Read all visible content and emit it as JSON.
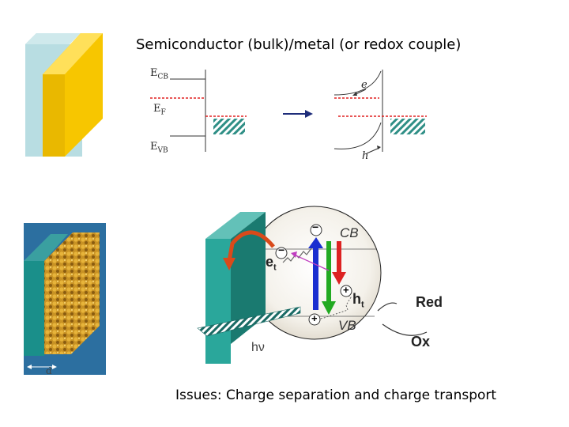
{
  "title": "Semiconductor (bulk)/metal (or redox couple)",
  "band_diagram": {
    "ecb_main": "E",
    "ecb_sub": "CB",
    "ef_main": "E",
    "ef_sub": "F",
    "evb_main": "E",
    "evb_sub": "VB",
    "electron_label": "e",
    "hole_label": "h"
  },
  "particle_diagram": {
    "cb_label": "CB",
    "vb_label": "VB",
    "et_main": "e",
    "et_sub": "t",
    "ht_main": "h",
    "ht_sub": "t",
    "hv_label": "hν",
    "red_label": "Red",
    "ox_label": "Ox",
    "minus_sign": "−",
    "plus_sign": "+"
  },
  "film_block": {
    "d_label": "d"
  },
  "issues": "Issues:  Charge separation and  charge transport",
  "colors": {
    "slab_front": "#f7c600",
    "slab_side": "#b8dde2",
    "electrode": "#2aa79b",
    "electrode_dark": "#1a7a70",
    "ef_line": "#e02020",
    "metal_hatch": "#2f8f86",
    "arrow_navy": "#1e2d7a",
    "blue_arrow": "#1a2fd0",
    "green_arrow": "#22aa22",
    "red_arrow": "#dd2222",
    "curved_red": "#d94a1a",
    "film_bg": "#2c6fa0"
  }
}
